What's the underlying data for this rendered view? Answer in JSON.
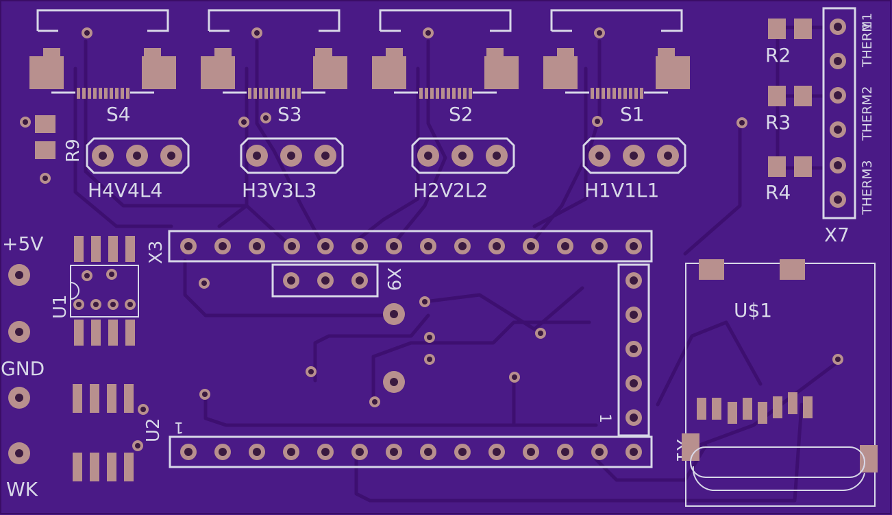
{
  "board": {
    "bg": "#4a1a86",
    "trace": "#3d0f70",
    "silk": "#d8d8e8",
    "pad": "#b8908e",
    "drill": "#3a1a40"
  },
  "switches": [
    {
      "ref": "S4",
      "headers": "H4V4L4"
    },
    {
      "ref": "S3",
      "headers": "H3V3L3"
    },
    {
      "ref": "S2",
      "headers": "H2V2L2"
    },
    {
      "ref": "S1",
      "headers": "H1V1L1"
    }
  ],
  "resistors": {
    "r2": "R2",
    "r3": "R3",
    "r4": "R4",
    "r9": "R9"
  },
  "x7": {
    "ref": "X7",
    "therm1": "THERM1",
    "therm1_tail": "1",
    "therm2": "THERM2",
    "therm3": "THERM3"
  },
  "x3": {
    "ref": "X3"
  },
  "x9": {
    "ref": "X9"
  },
  "x1": {
    "ref": "X1",
    "pin1_top": "1",
    "pin1_right": "1"
  },
  "u1": {
    "ref": "U1"
  },
  "u2": {
    "ref": "U2"
  },
  "usd": {
    "ref": "U$1"
  },
  "power": {
    "v5": "+5V",
    "gnd": "GND",
    "wk": "WK"
  }
}
